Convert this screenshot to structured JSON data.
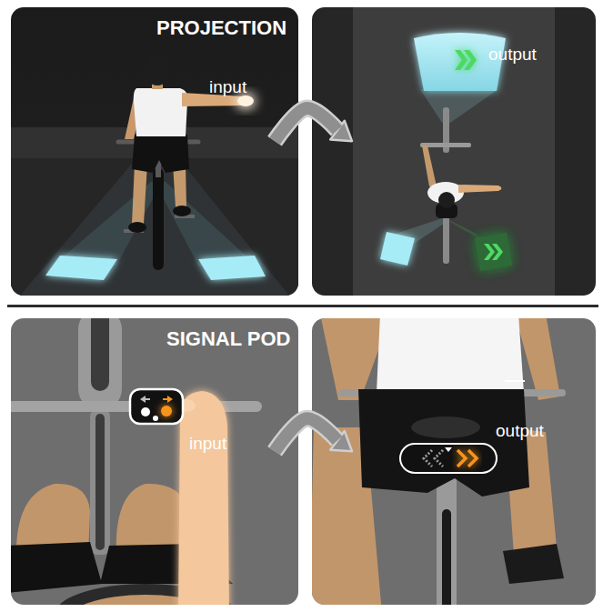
{
  "diagram": {
    "nodes": [
      {
        "text": [
          "PROJECTION",
          "input"
        ]
      },
      {
        "text": [
          "output"
        ]
      },
      {
        "text": [
          "SIGNAL POD",
          "input"
        ]
      },
      {
        "text": [
          "output"
        ]
      }
    ],
    "edges": [
      {
        "from": 0,
        "to": 1,
        "arrow": "to"
      },
      {
        "from": 2,
        "to": 3,
        "arrow": "to"
      }
    ]
  }
}
